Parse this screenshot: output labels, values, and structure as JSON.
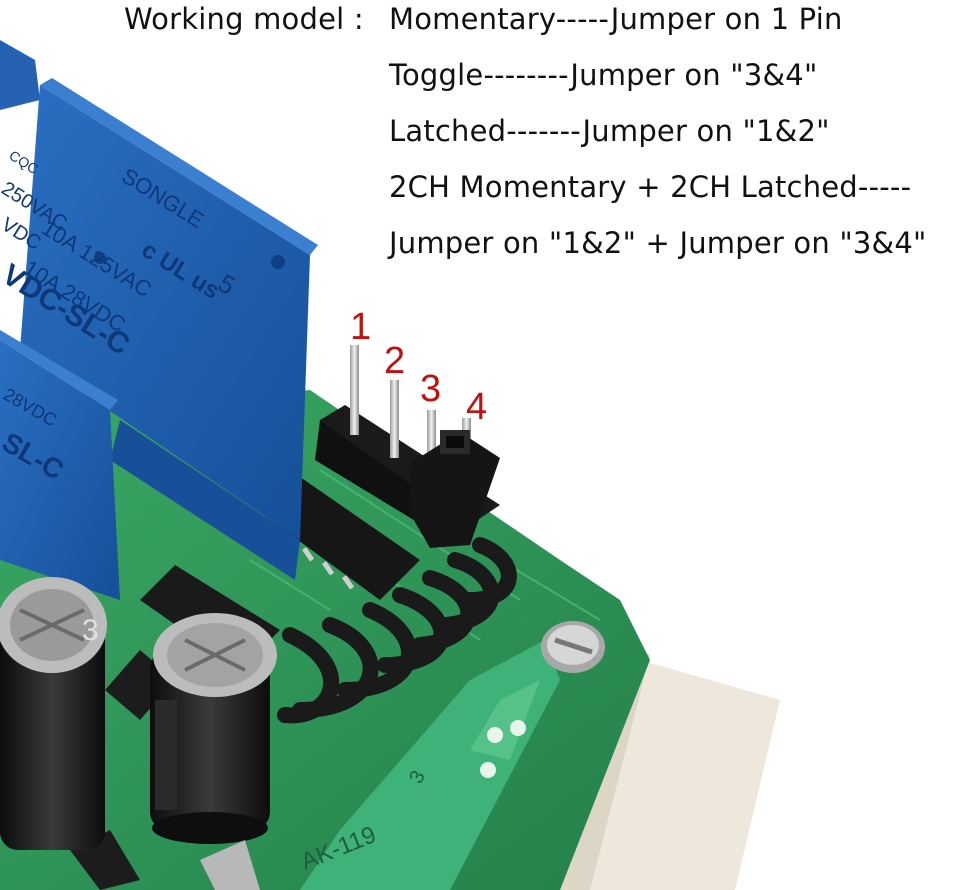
{
  "caption": {
    "label": "Working model :",
    "lines": [
      "Momentary-----Jumper on 1 Pin",
      "Toggle--------Jumper on \"3&4\"",
      "Latched-------Jumper on \"1&2\"",
      "2CH Momentary + 2CH Latched-----",
      "Jumper on \"1&2\" + Jumper on \"3&4\""
    ]
  },
  "pins": [
    "1",
    "2",
    "3",
    "4"
  ],
  "relay_print": {
    "brand": "SONGLE",
    "rating_1": "10A 125VAC",
    "rating_2": "10A 28VDC",
    "rating_3": "250VAC",
    "rating_4": "VDC",
    "model": "VDC-SL-C",
    "ul_mark": "c UL us",
    "cqc": "CQC",
    "number": "5",
    "side_model": "SL-C",
    "side_rating": "28VDC"
  },
  "module_print": {
    "label": "AK-119",
    "small": "3"
  },
  "colors": {
    "relay_blue": "#1f5fb0",
    "pcb_green": "#2f9a5a",
    "pin_label_red": "#c21010",
    "antenna_black": "#1a1a1a",
    "enclosure": "#ede7dc"
  }
}
